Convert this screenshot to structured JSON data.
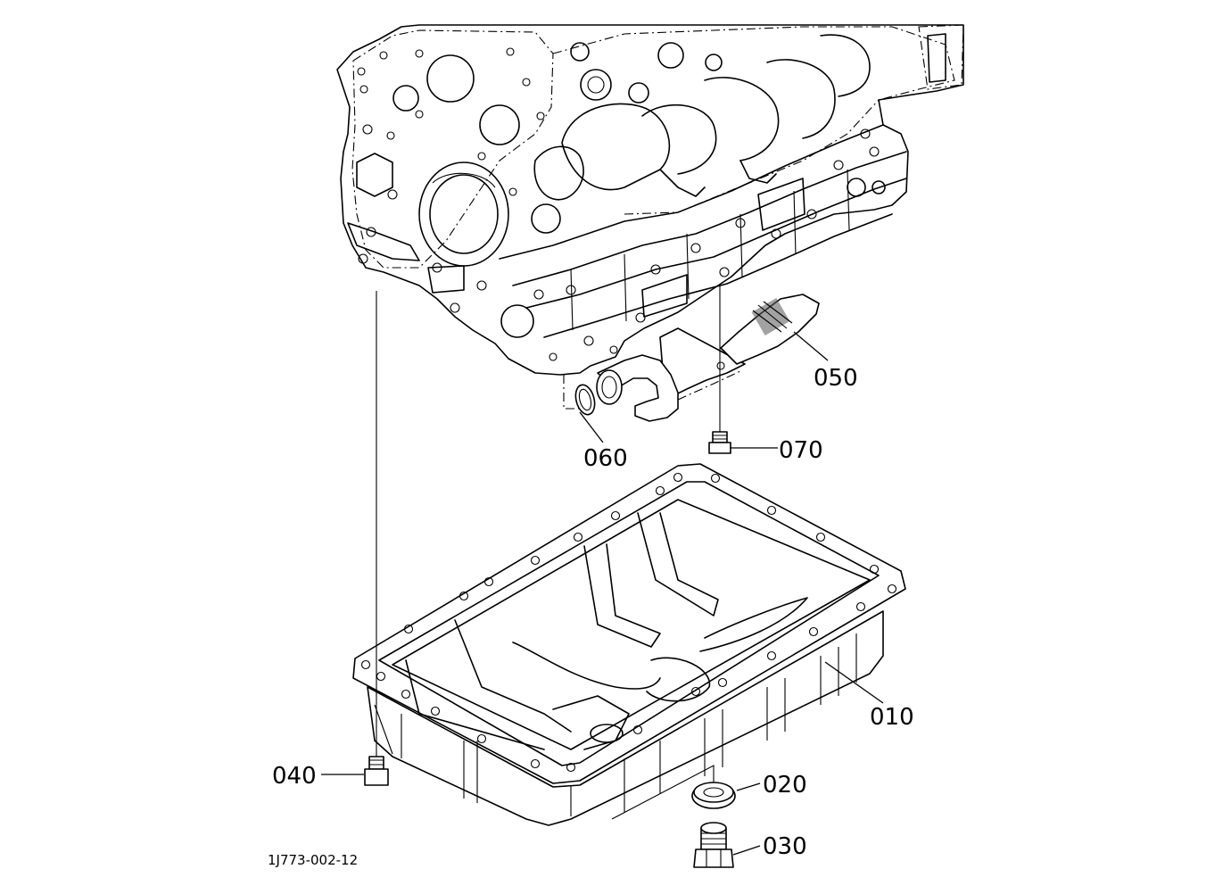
{
  "diagram": {
    "callouts": [
      {
        "id": "010",
        "label": "010",
        "part": "oil-pan"
      },
      {
        "id": "020",
        "label": "020",
        "part": "drain-plug-gasket"
      },
      {
        "id": "030",
        "label": "030",
        "part": "drain-plug"
      },
      {
        "id": "040",
        "label": "040",
        "part": "oil-pan-bolt"
      },
      {
        "id": "050",
        "label": "050",
        "part": "oil-strainer"
      },
      {
        "id": "060",
        "label": "060",
        "part": "o-ring"
      },
      {
        "id": "070",
        "label": "070",
        "part": "strainer-bolt"
      }
    ],
    "drawing_code": "1J773-002-12"
  }
}
